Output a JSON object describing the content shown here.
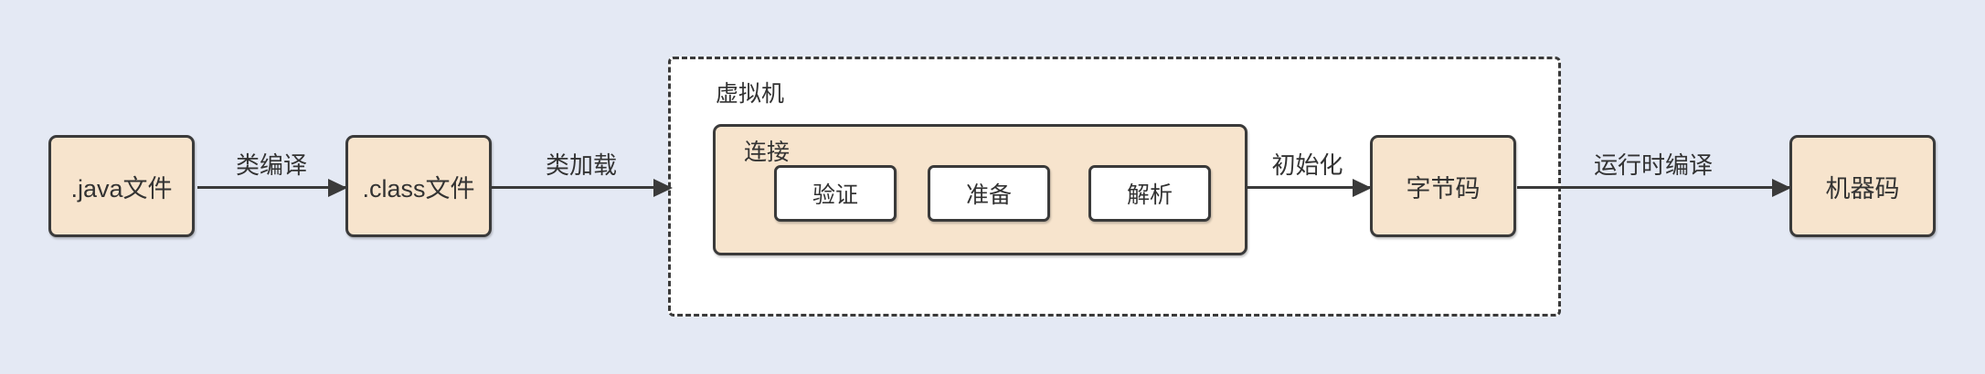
{
  "diagram": {
    "background_color": "#e4e9f4",
    "node_fill_color": "#f7e4cd",
    "border_color": "#3a3a3a",
    "inner_fill_color": "#ffffff",
    "nodes": {
      "java_file": {
        "label": ".java文件"
      },
      "class_file": {
        "label": ".class文件"
      },
      "bytecode": {
        "label": "字节码"
      },
      "machine_code": {
        "label": "机器码"
      }
    },
    "vm_container": {
      "title": "虚拟机"
    },
    "link_group": {
      "title": "连接",
      "steps": [
        {
          "label": "验证"
        },
        {
          "label": "准备"
        },
        {
          "label": "解析"
        }
      ]
    },
    "arrows": [
      {
        "label": "类编译"
      },
      {
        "label": "类加载"
      },
      {
        "label": "初始化"
      },
      {
        "label": "运行时编译"
      }
    ]
  }
}
